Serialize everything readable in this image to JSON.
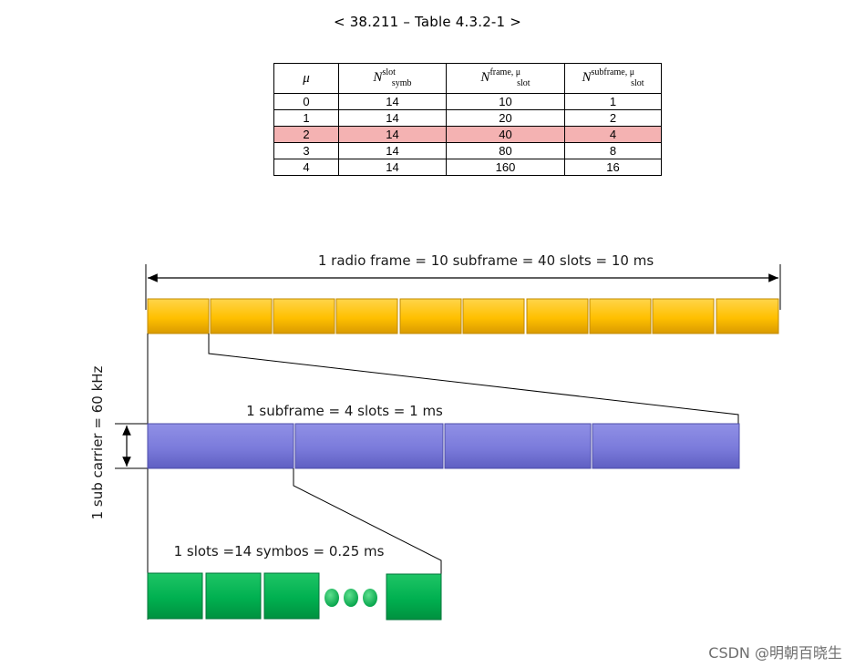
{
  "caption": "< 38.211 – Table 4.3.2-1 >",
  "table": {
    "headers": {
      "mu": "μ",
      "symb_main": "N",
      "symb_sup": "slot",
      "symb_sub": "symb",
      "frame_main": "N",
      "frame_sup": "frame, μ",
      "frame_sub": "slot",
      "sub_main": "N",
      "sub_sup": "subframe, μ",
      "sub_sub": "slot"
    },
    "rows": [
      {
        "mu": "0",
        "symb": "14",
        "frame": "10",
        "subframe": "1"
      },
      {
        "mu": "1",
        "symb": "14",
        "frame": "20",
        "subframe": "2"
      },
      {
        "mu": "2",
        "symb": "14",
        "frame": "40",
        "subframe": "4"
      },
      {
        "mu": "3",
        "symb": "14",
        "frame": "80",
        "subframe": "8"
      },
      {
        "mu": "4",
        "symb": "14",
        "frame": "160",
        "subframe": "16"
      }
    ],
    "highlight_row": 2,
    "highlight_color": "#f4b2b2"
  },
  "diagram": {
    "frame_label": "1 radio frame = 10 subframe = 40 slots = 10 ms",
    "subframe_label": "1 subframe = 4 slots = 1 ms",
    "slot_label": "1 slots =14 symbos = 0.25 ms",
    "subcarrier_label": "1 sub carrier = 60 kHz",
    "frame_count": 10,
    "slot_count": 4,
    "symbol_count_shown": 4,
    "colors": {
      "frame": "#ffc000",
      "subframe": "#7b7bdb",
      "symbol": "#00b050"
    }
  },
  "watermark": "CSDN @明朝百晓生"
}
